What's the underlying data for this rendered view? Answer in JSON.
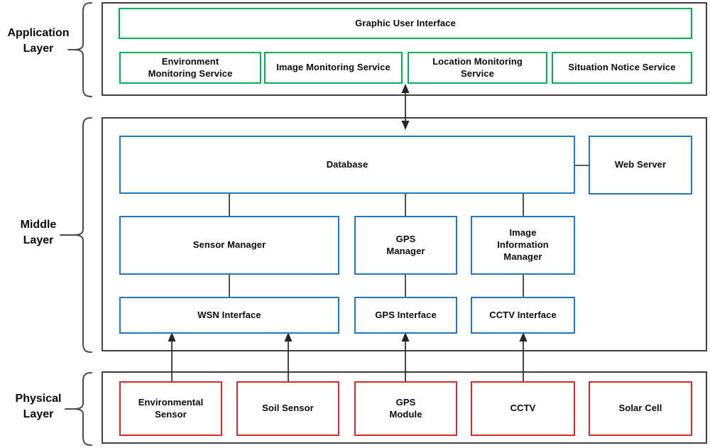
{
  "colors": {
    "outer_border": "#3f3f3f",
    "application_accent": "#00B050",
    "middle_accent": "#2478C2",
    "physical_accent": "#D92B25",
    "line": "#262626",
    "brace": "#4a4a4a"
  },
  "layers": {
    "application": {
      "label": "Application\nLayer",
      "boxes": {
        "gui": "Graphic User Interface",
        "services": [
          "Environment\nMonitoring Service",
          "Image Monitoring Service",
          "Location Monitoring\nService",
          "Situation Notice Service"
        ]
      }
    },
    "middle": {
      "label": "Middle\nLayer",
      "boxes": {
        "database": "Database",
        "web_server": "Web Server",
        "sensor_manager": "Sensor Manager",
        "gps_manager": "GPS\nManager",
        "image_manager": "Image\nInformation\nManager",
        "wsn_interface": "WSN Interface",
        "gps_interface": "GPS Interface",
        "cctv_interface": "CCTV Interface"
      }
    },
    "physical": {
      "label": "Physical\nLayer",
      "boxes": {
        "environmental_sensor": "Environmental\nSensor",
        "soil_sensor": "Soil Sensor",
        "gps_module": "GPS\nModule",
        "cctv": "CCTV",
        "solar_cell": "Solar Cell"
      }
    }
  }
}
